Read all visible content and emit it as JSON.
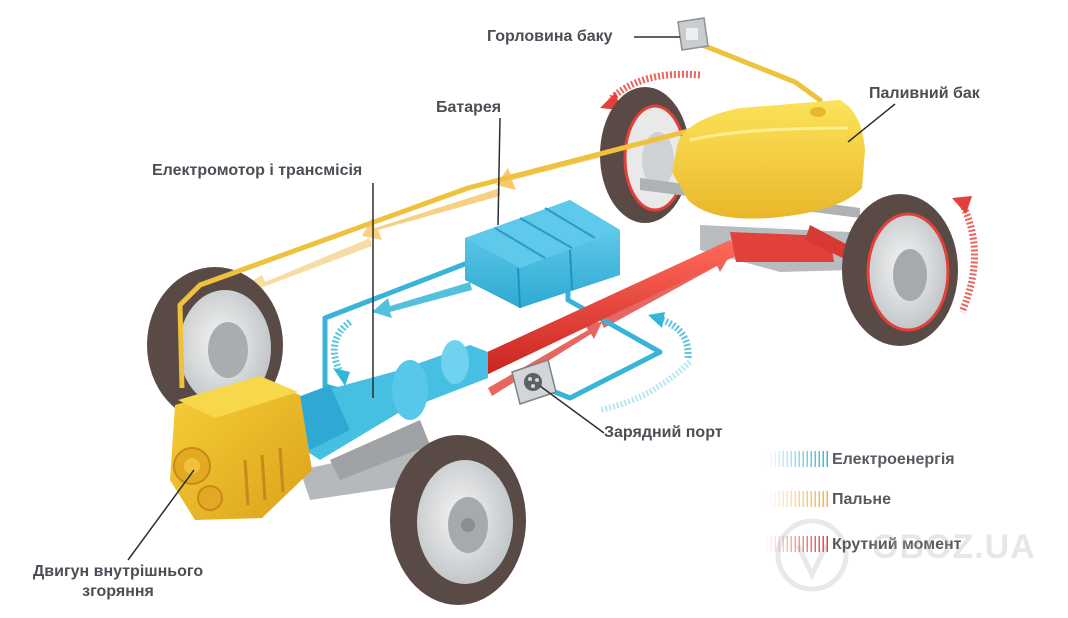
{
  "labels": {
    "filler_neck": "Горловина баку",
    "fuel_tank": "Паливний бак",
    "battery": "Батарея",
    "motor_transmission": "Електромотор і трансмісія",
    "charging_port": "Зарядний порт",
    "engine_line1": "Двигун внутрішнього",
    "engine_line2": "згоряння"
  },
  "legend": [
    {
      "key": "electric",
      "label": "Електроенергія",
      "color": "#35b6d8"
    },
    {
      "key": "fuel",
      "label": "Пальне",
      "color": "#f2b43a"
    },
    {
      "key": "torque",
      "label": "Крутний момент",
      "color": "#e2403a"
    }
  ],
  "watermark": {
    "text": "OBOZ.UA"
  },
  "colors": {
    "electric": "#35b6d8",
    "fuel": "#f2b43a",
    "torque": "#e2403a",
    "engine": "#f0bf2a",
    "tank": "#f7d438",
    "tire": "#5a4a45",
    "label": "#4a4f55"
  }
}
